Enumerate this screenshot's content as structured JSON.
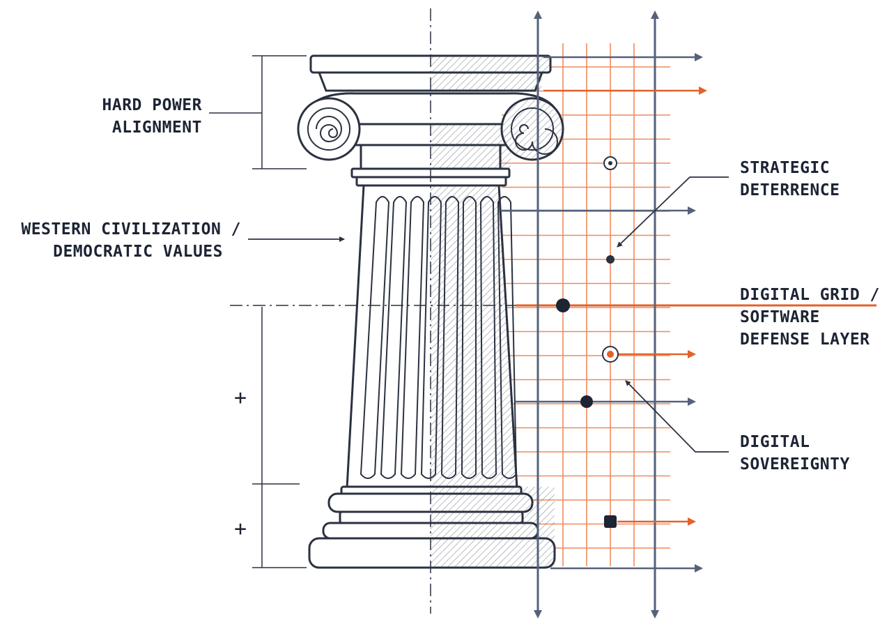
{
  "labels": {
    "hard_power": [
      "HARD POWER",
      "ALIGNMENT"
    ],
    "western": [
      "WESTERN CIVILIZATION /",
      "DEMOCRATIC VALUES"
    ],
    "strategic": [
      "STRATEGIC",
      "DETERRENCE"
    ],
    "digital_grid": [
      "DIGITAL GRID /",
      "SOFTWARE",
      "DEFENSE LAYER"
    ],
    "sovereignty": [
      "DIGITAL",
      "SOVEREIGNTY"
    ]
  },
  "marks": {
    "plus_1": "+",
    "plus_2": "+"
  },
  "colors": {
    "ink": "#2a3140",
    "accent": "#e2622b",
    "grid": "#f08a5b",
    "arrow": "#55627a"
  },
  "icons": [
    "ionic-column-icon",
    "volute-scroll-icon",
    "arrow-icon",
    "target-node-icon"
  ]
}
